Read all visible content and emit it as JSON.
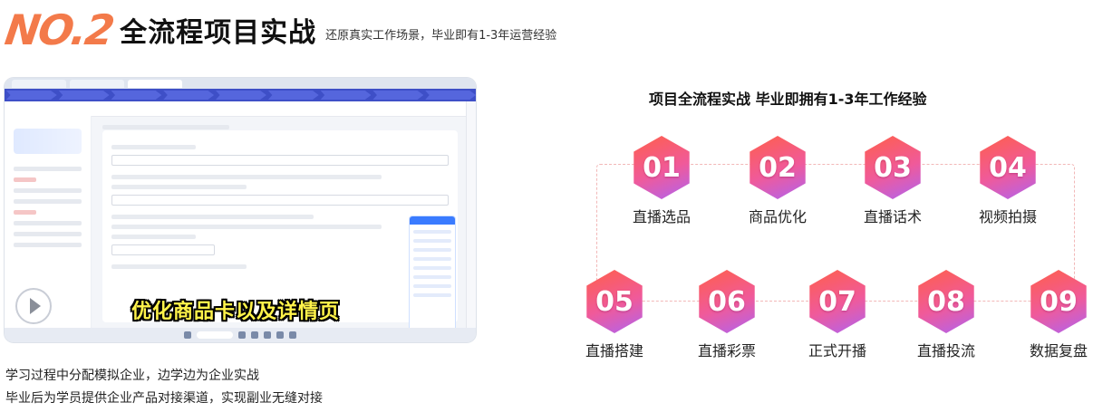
{
  "header": {
    "badge": "NO.2",
    "title": "全流程项目实战",
    "subtitle": "还原真实工作场景，毕业即有1-3年运营经验"
  },
  "screenshot": {
    "subtitle_overlay": "优化商品卡以及详情页"
  },
  "captions": [
    "学习过程中分配模拟企业，边学边为企业实战",
    "毕业后为学员提供企业产品对接渠道，实现副业无缝对接"
  ],
  "right_panel": {
    "title": "项目全流程实战 毕业即拥有1-3年工作经验",
    "items": [
      {
        "num": "01",
        "label": "直播选品"
      },
      {
        "num": "02",
        "label": "商品优化"
      },
      {
        "num": "03",
        "label": "直播话术"
      },
      {
        "num": "04",
        "label": "视频拍摄"
      },
      {
        "num": "05",
        "label": "直播搭建"
      },
      {
        "num": "06",
        "label": "直播彩票"
      },
      {
        "num": "07",
        "label": "正式开播"
      },
      {
        "num": "08",
        "label": "直播投流"
      },
      {
        "num": "09",
        "label": "数据复盘"
      }
    ]
  },
  "colors": {
    "badge": "#f37a4a",
    "hex_start": "#ff5f4a",
    "hex_end": "#b063f0",
    "overlay_text": "#fff34a"
  }
}
